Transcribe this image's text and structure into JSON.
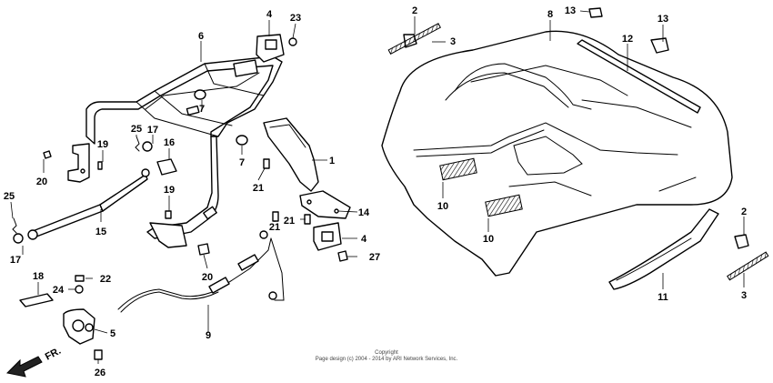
{
  "callouts": [
    "1",
    "2",
    "3",
    "4",
    "5",
    "6",
    "7",
    "8",
    "9",
    "10",
    "11",
    "12",
    "13",
    "14",
    "15",
    "16",
    "17",
    "19",
    "20",
    "21",
    "22",
    "23",
    "24",
    "25",
    "26",
    "27",
    "18"
  ],
  "labels": {
    "p1": "1",
    "p2a": "2",
    "p2b": "2",
    "p3a": "3",
    "p3b": "3",
    "p4a": "4",
    "p4b": "4",
    "p5": "5",
    "p6": "6",
    "p7a": "7",
    "p7b": "7",
    "p8": "8",
    "p9": "9",
    "p10a": "10",
    "p10b": "10",
    "p11": "11",
    "p12": "12",
    "p13a": "13",
    "p13b": "13",
    "p14": "14",
    "p15": "15",
    "p16": "16",
    "p17a": "17",
    "p17b": "17",
    "p18": "18",
    "p19a": "19",
    "p19b": "19",
    "p20a": "20",
    "p20b": "20",
    "p21a": "21",
    "p21b": "21",
    "p21c": "21",
    "p22": "22",
    "p23": "23",
    "p24": "24",
    "p25a": "25",
    "p25b": "25",
    "p26": "26",
    "p27": "27"
  },
  "fr_label": "FR.",
  "copyright": {
    "line1": "Copyright",
    "line2": "Page design (c) 2004 - 2014 by ARI Network Services, Inc."
  }
}
